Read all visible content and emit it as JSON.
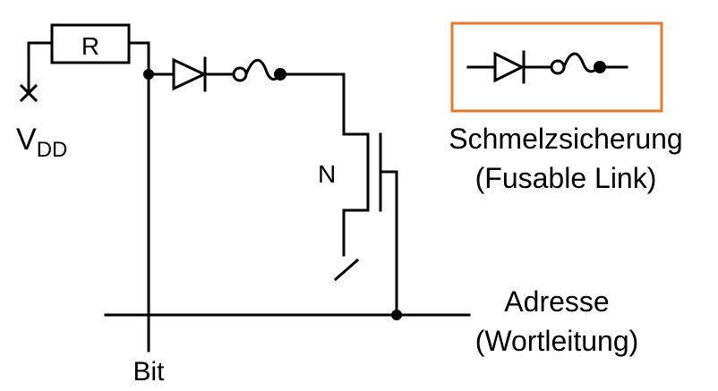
{
  "labels": {
    "resistor": "R",
    "supply_main": "V",
    "supply_sub": "DD",
    "transistor": "N",
    "bit": "Bit",
    "address_line1": "Adresse",
    "address_line2": "(Wortleitung)"
  },
  "legend": {
    "title_line1": "Schmelzsicherung",
    "title_line2": "(Fusable Link)",
    "border_color": "#E8782A"
  },
  "colors": {
    "line": "#000000",
    "accent": "#E8782A",
    "background": "#ffffff"
  }
}
